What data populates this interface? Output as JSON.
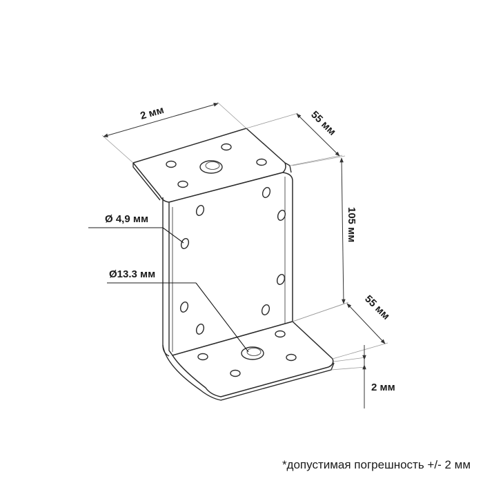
{
  "dimensions": {
    "top_width": "2 мм",
    "depth_top": "55 мм",
    "height": "105 мм",
    "depth_bottom": "55 мм",
    "thickness": "2 мм"
  },
  "holes": {
    "small_diameter": "Ø 4,9 мм",
    "large_diameter": "Ø13.3 мм"
  },
  "footnote": "*допустимая погрешность +/- 2 мм"
}
